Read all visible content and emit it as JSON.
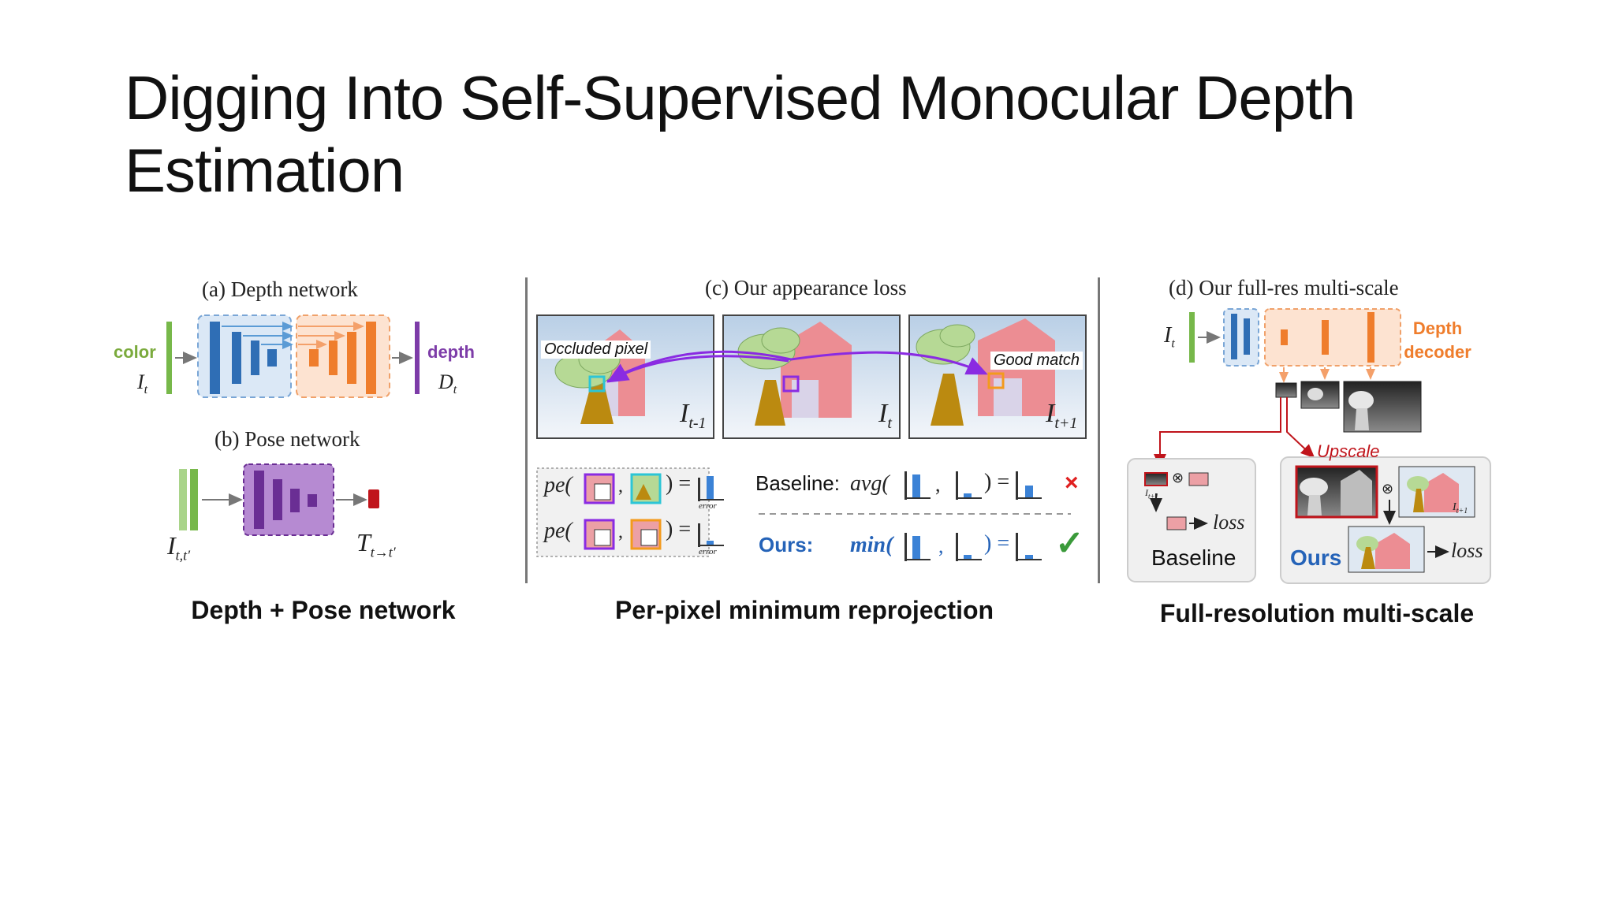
{
  "slide": {
    "title_line1": "Digging Into Self-Supervised Monocular Depth",
    "title_line2": "Estimation"
  },
  "panel_a": {
    "title": "(a) Depth network",
    "input_label": "color",
    "input_symbol": "I",
    "input_sub": "t",
    "output_label": "depth",
    "output_symbol": "D",
    "output_sub": "t"
  },
  "panel_b": {
    "title": "(b) Pose network",
    "input_symbol": "I",
    "input_sub": "t,t′",
    "output_symbol": "T",
    "output_sub": "t→t′"
  },
  "panel_c": {
    "title": "(c) Our appearance loss",
    "occluded_label": "Occluded pixel",
    "good_match_label": "Good match",
    "frames": [
      {
        "symbol": "I",
        "sub": "t-1"
      },
      {
        "symbol": "I",
        "sub": "t"
      },
      {
        "symbol": "I",
        "sub": "t+1"
      }
    ],
    "pe_label": "pe(",
    "error_label": "error",
    "baseline_label": "Baseline:",
    "baseline_fn": "avg(",
    "ours_label": "Ours:",
    "ours_fn": "min(",
    "cross_mark": "×",
    "check_mark": "✓"
  },
  "panel_d": {
    "title": "(d) Our full-res multi-scale",
    "input_symbol": "I",
    "input_sub": "t",
    "decoder_label_line1": "Depth",
    "decoder_label_line2": "decoder",
    "upscale_label": "Upscale",
    "frame_symbol": "I",
    "frame_sub": "t+1",
    "loss_label": "loss",
    "baseline_label": "Baseline",
    "ours_label": "Ours",
    "otimes": "⊗"
  },
  "captions": {
    "left": "Depth + Pose network",
    "middle": "Per-pixel minimum reprojection",
    "right": "Full-resolution multi-scale"
  },
  "colors": {
    "green": "#77b84a",
    "blue": "#2f6eb5",
    "orange": "#ef7d2c",
    "purple": "#7d3ca8",
    "red": "#c0141b",
    "cyan": "#2cc5d6"
  }
}
